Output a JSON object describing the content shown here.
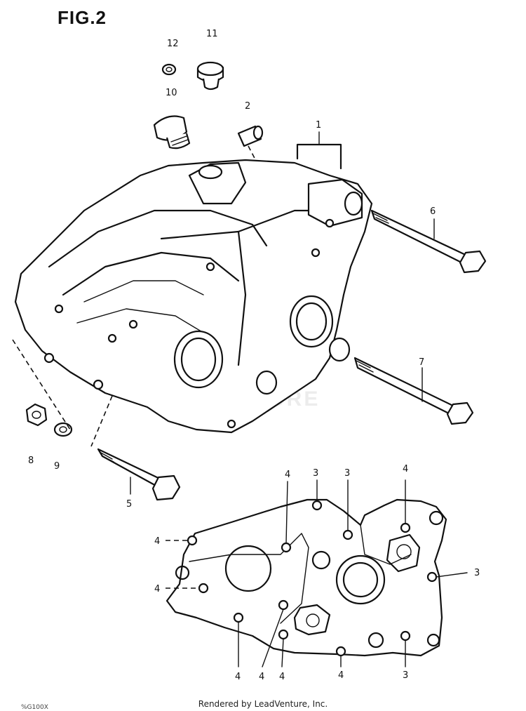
{
  "figure": {
    "title": "FIG.2",
    "footer": "Rendered by LeadVenture, Inc.",
    "diagram_code": "%G100X",
    "watermark": "VENTURE"
  },
  "callouts": {
    "c1": "1",
    "c2": "2",
    "c3a": "3",
    "c3b": "3",
    "c3c": "3",
    "c3d": "3",
    "c4a": "4",
    "c4b": "4",
    "c4c": "4",
    "c4d": "4",
    "c4e": "4",
    "c4f": "4",
    "c4g": "4",
    "c4h": "4",
    "c5": "5",
    "c6": "6",
    "c7": "7",
    "c8": "8",
    "c9": "9",
    "c10": "10",
    "c11": "11",
    "c12": "12"
  }
}
